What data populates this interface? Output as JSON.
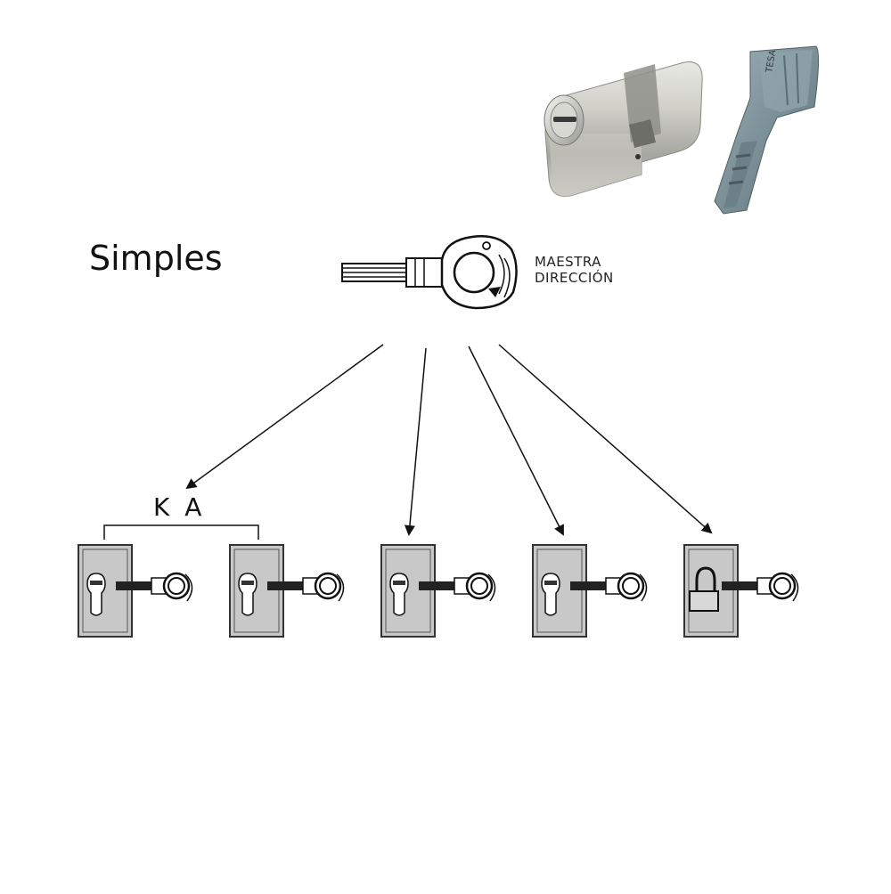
{
  "diagram": {
    "title": "Simples",
    "master_key": {
      "line1": "MAESTRA",
      "line2": "DIRECCIÓN"
    },
    "group_label": "K A",
    "locks": [
      {
        "type": "cylinder"
      },
      {
        "type": "cylinder"
      },
      {
        "type": "cylinder"
      },
      {
        "type": "cylinder"
      },
      {
        "type": "padlock"
      }
    ],
    "product_photo": {
      "key_brand": "TESA"
    },
    "colors": {
      "plate_fill": "#c8c8c8",
      "plate_border": "#333333",
      "cylinder_metal": "#b8b8b0",
      "key_blue": "#7f959c"
    }
  }
}
